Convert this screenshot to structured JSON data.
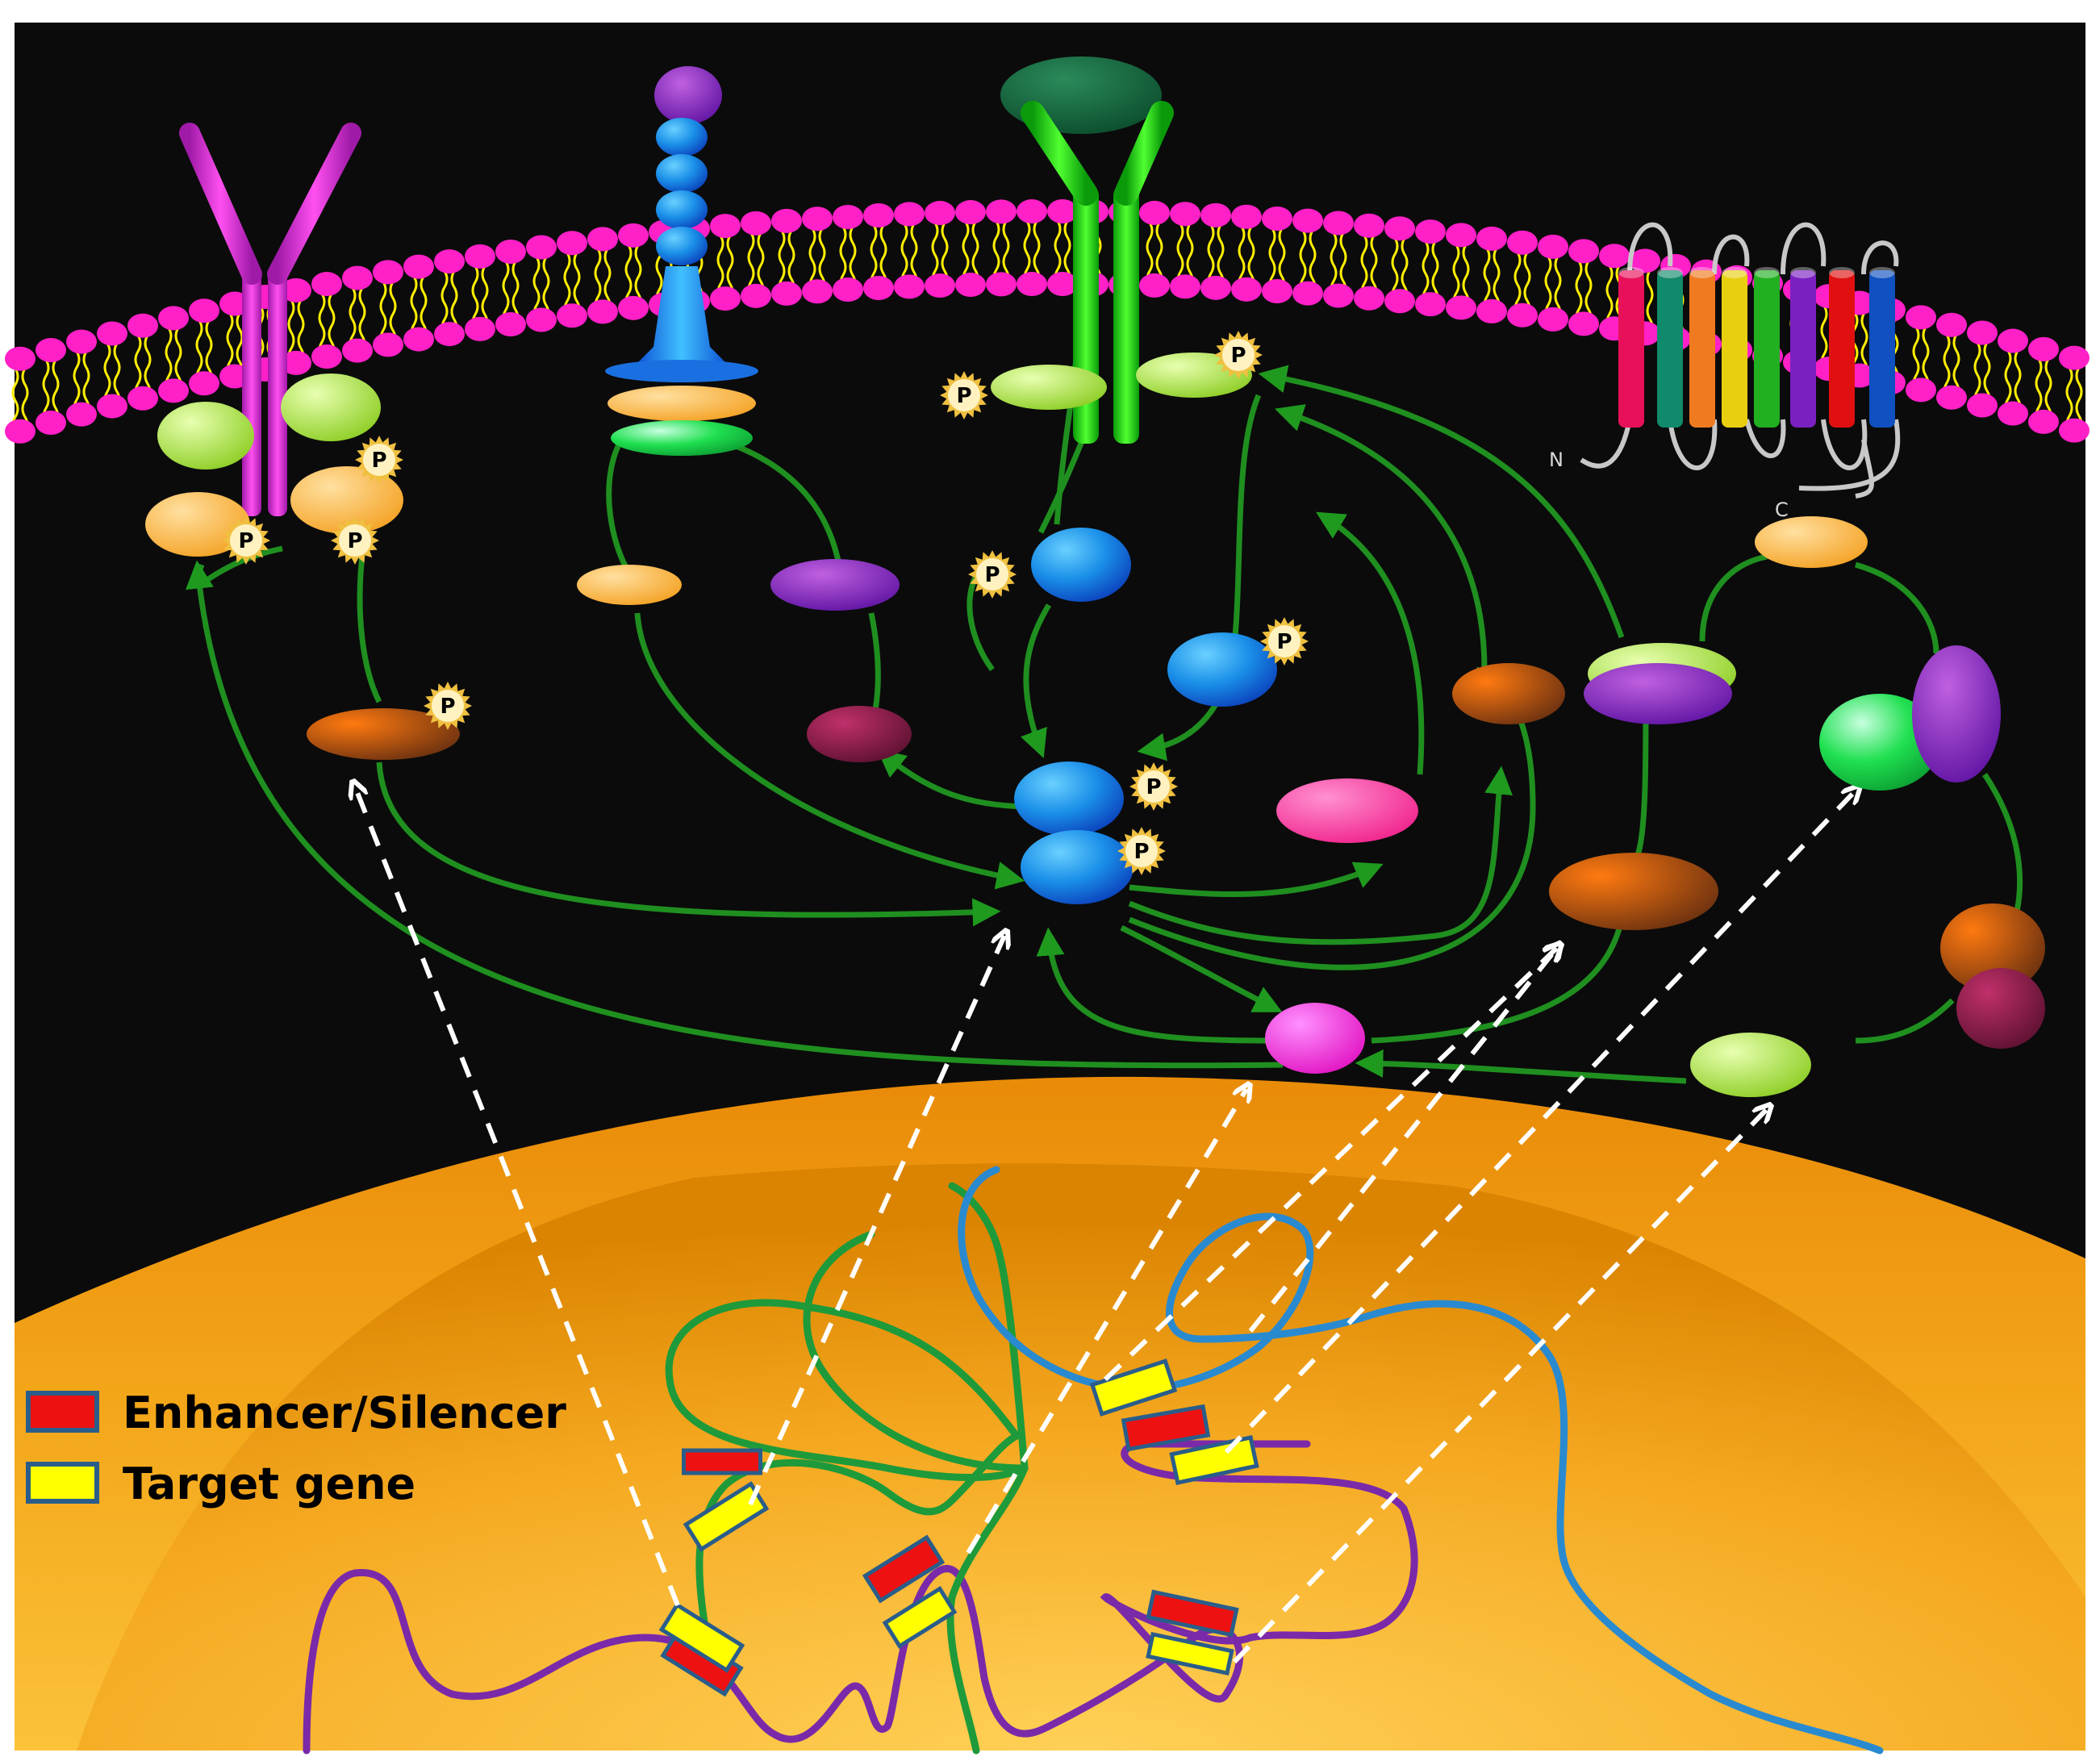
{
  "legend": {
    "enhancer_label": "Enhancer/Silencer",
    "target_label": "Target gene",
    "enhancer_color": "#ee1111",
    "target_color": "#ffff00",
    "box_border": "#2a5d8a"
  },
  "receptor_terminals": {
    "n": "N",
    "c": "C"
  },
  "phospho_label": "P",
  "colors": {
    "background": "#0b0b0b",
    "membrane_head": "#ff1fc8",
    "membrane_tail": "#ffee00",
    "nucleus": "#ee9a10",
    "nucleus_inner": "#f8b020",
    "pathway_arrow": "#1f8f1f",
    "dashed_arrow": "#ffffff",
    "chromatin_green": "#1e9a3a",
    "chromatin_blue": "#2a8ad0",
    "chromatin_purple": "#7a2aa8"
  },
  "seven_tm_helices": [
    "#e8105a",
    "#108a6a",
    "#f07a20",
    "#e8d010",
    "#20b020",
    "#7a20c0",
    "#e01010",
    "#1050c0"
  ]
}
